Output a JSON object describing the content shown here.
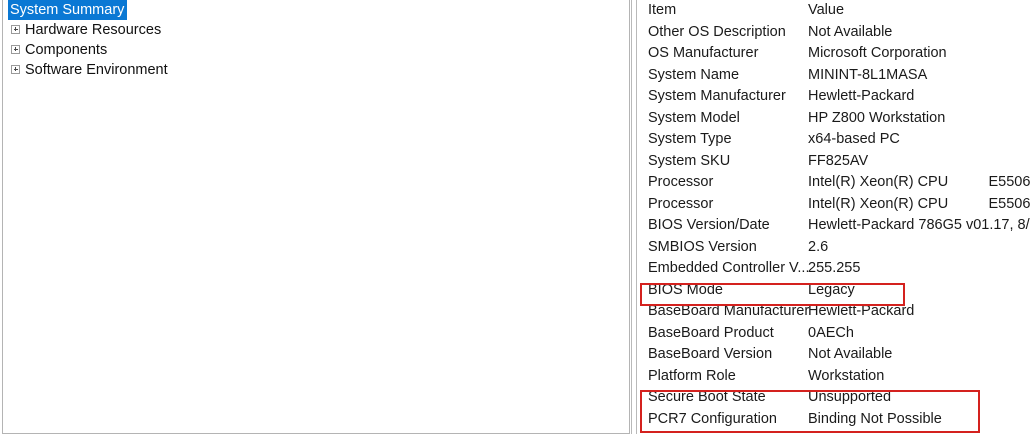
{
  "tree": {
    "root": {
      "label": "System Summary",
      "selected": true
    },
    "items": [
      {
        "label": "Hardware Resources",
        "icon": "plus-box-icon"
      },
      {
        "label": "Components",
        "icon": "plus-box-icon"
      },
      {
        "label": "Software Environment",
        "icon": "plus-box-icon"
      }
    ]
  },
  "details": {
    "columns": {
      "item": "Item",
      "value": "Value"
    },
    "rows": [
      {
        "item": "Other OS Description",
        "value": "Not Available"
      },
      {
        "item": "OS Manufacturer",
        "value": "Microsoft Corporation"
      },
      {
        "item": "System Name",
        "value": "MININT-8L1MASA"
      },
      {
        "item": "System Manufacturer",
        "value": "Hewlett-Packard"
      },
      {
        "item": "System Model",
        "value": "HP Z800 Workstation"
      },
      {
        "item": "System Type",
        "value": "x64-based PC"
      },
      {
        "item": "System SKU",
        "value": "FF825AV"
      },
      {
        "item": "Processor",
        "value": "Intel(R) Xeon(R) CPU          E5506"
      },
      {
        "item": "Processor",
        "value": "Intel(R) Xeon(R) CPU          E5506"
      },
      {
        "item": "BIOS Version/Date",
        "value": "Hewlett-Packard 786G5 v01.17, 8/"
      },
      {
        "item": "SMBIOS Version",
        "value": "2.6"
      },
      {
        "item": "Embedded Controller V...",
        "value": "255.255"
      },
      {
        "item": "BIOS Mode",
        "value": "Legacy"
      },
      {
        "item": "BaseBoard Manufacturer",
        "value": "Hewlett-Packard"
      },
      {
        "item": "BaseBoard Product",
        "value": "0AECh"
      },
      {
        "item": "BaseBoard Version",
        "value": "Not Available"
      },
      {
        "item": "Platform Role",
        "value": "Workstation"
      },
      {
        "item": "Secure Boot State",
        "value": "Unsupported"
      },
      {
        "item": "PCR7 Configuration",
        "value": "Binding Not Possible"
      }
    ]
  },
  "annotations": {
    "color": "#d4211e",
    "boxes": [
      {
        "name": "bios-mode-highlight",
        "target": "BIOS Mode"
      },
      {
        "name": "secure-boot-highlight",
        "target": "Secure Boot State / PCR7 Configuration"
      }
    ]
  },
  "colors": {
    "selection": "#0a78d4",
    "selection_text": "#ffffff",
    "text": "#1a1a1a",
    "border": "#b4b4b4",
    "annotation": "#d4211e"
  }
}
